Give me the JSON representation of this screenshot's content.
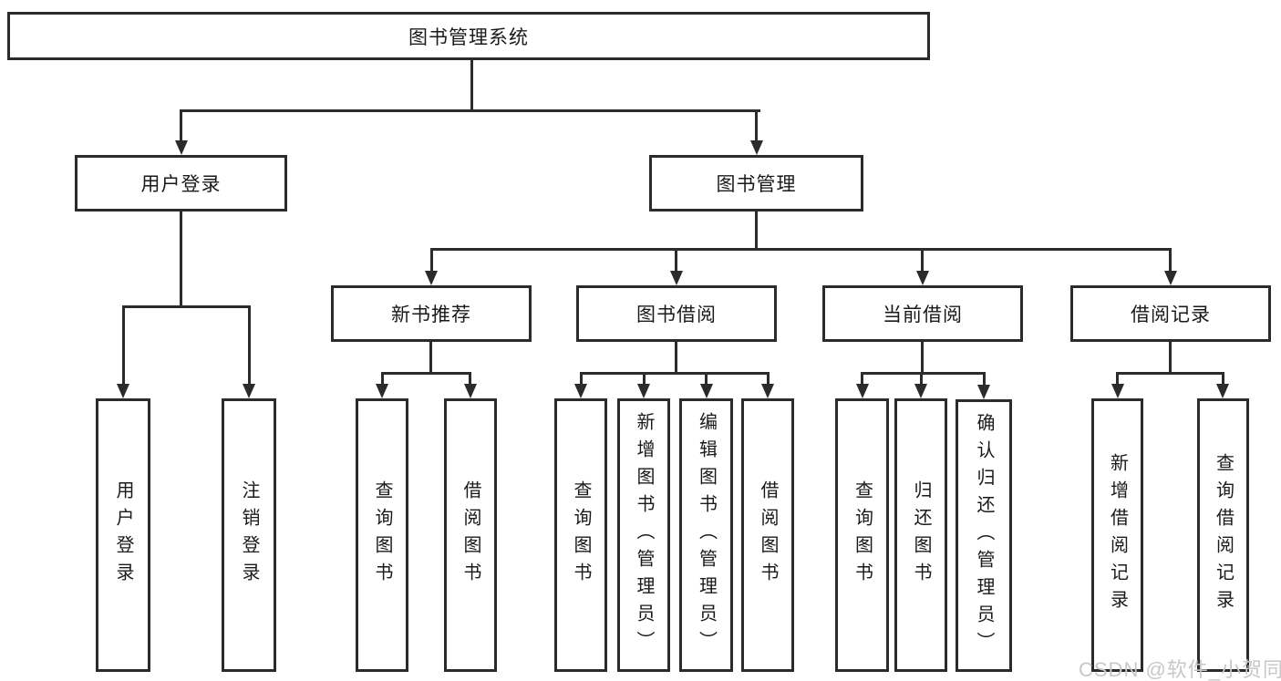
{
  "diagram": {
    "root": {
      "label": "图书管理系统"
    },
    "level2": [
      {
        "label": "用户登录"
      },
      {
        "label": "图书管理"
      }
    ],
    "level3": [
      {
        "label": "新书推荐"
      },
      {
        "label": "图书借阅"
      },
      {
        "label": "当前借阅"
      },
      {
        "label": "借阅记录"
      }
    ],
    "leaves": {
      "user_login": [
        "用户登录",
        "注销登录"
      ],
      "new_book_recommend": [
        "查询图书",
        "借阅图书"
      ],
      "book_borrow": [
        "查询图书",
        "新增图书（管理员）",
        "编辑图书（管理员）",
        "借阅图书"
      ],
      "current_borrow": [
        "查询图书",
        "归还图书",
        "确认归还（管理员）"
      ],
      "borrow_records": [
        "新增借阅记录",
        "查询借阅记录"
      ]
    }
  },
  "watermark": {
    "text": "CSDN @软件_小贺同学"
  },
  "colors": {
    "line": "#2b2b2b",
    "box_border": "#2b2b2b",
    "text": "#1a1a1a",
    "watermark": "#c9c7c7",
    "background": "#ffffff"
  }
}
